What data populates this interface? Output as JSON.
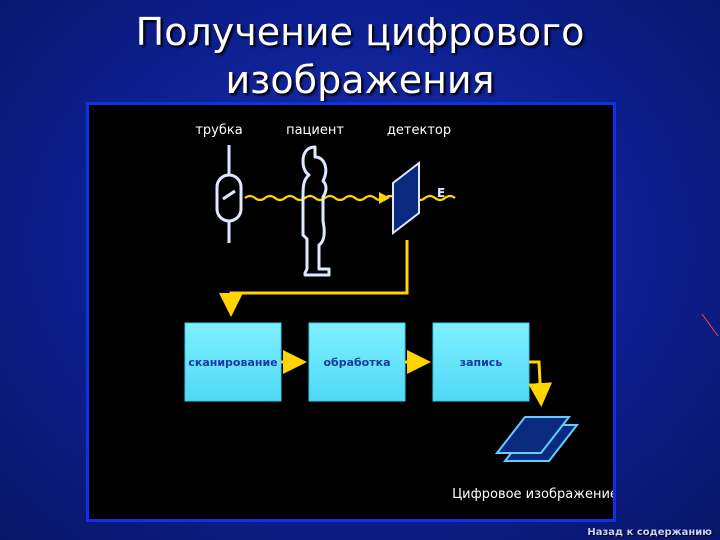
{
  "slide": {
    "title_line1": "Получение цифрового",
    "title_line2": "изображения",
    "back_link": "Назад к содержанию"
  },
  "diagram": {
    "label_tube": "трубка",
    "label_patient": "пациент",
    "label_detector": "детектор",
    "detector_mark": "E",
    "step_scan": "сканирование",
    "step_process": "обработка",
    "step_record": "запись",
    "output_label": "Цифровое изображение"
  },
  "colors": {
    "background": "#0d1f8f",
    "panel": "#000000",
    "panel_border": "#1030e8",
    "box_fill": "#66e6ff",
    "arrow": "#ffd400",
    "device_outline": "#dfe8ff"
  },
  "icons": [
    "xray-tube-icon",
    "patient-silhouette-icon",
    "detector-plate-icon",
    "image-sheet-icon"
  ]
}
